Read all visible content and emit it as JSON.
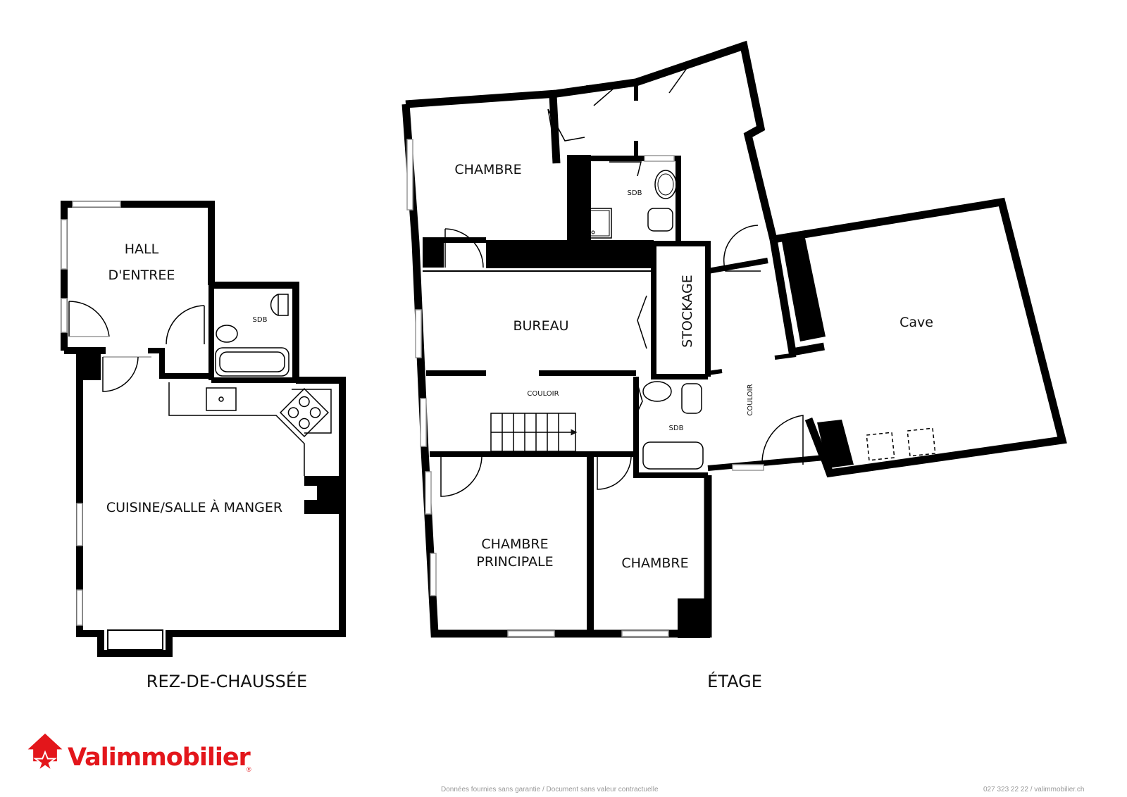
{
  "floors": {
    "ground": {
      "label": "REZ-DE-CHAUSSÉE",
      "rooms": {
        "hall_line1": "HALL",
        "hall_line2": "D'ENTREE",
        "sdb": "SDB",
        "kitchen": "CUISINE/SALLE À MANGER"
      }
    },
    "upper": {
      "label": "ÉTAGE",
      "rooms": {
        "chambre_top": "CHAMBRE",
        "sdb_top": "SDB",
        "stockage": "STOCKAGE",
        "bureau": "BUREAU",
        "couloir": "COULOIR",
        "sdb_mid": "SDB",
        "couloir_right": "COULOIR",
        "cave": "Cave",
        "chambre_principale_line1": "CHAMBRE",
        "chambre_principale_line2": "PRINCIPALE",
        "chambre_bottom": "CHAMBRE"
      }
    }
  },
  "brand": {
    "name": "Valimmobilier",
    "registered": "®",
    "color": "#e3161b"
  },
  "footer": {
    "disclaimer": "Données fournies sans garantie / Document sans valeur contractuelle",
    "contact": "027 323 22 22 / valimmobilier.ch"
  }
}
